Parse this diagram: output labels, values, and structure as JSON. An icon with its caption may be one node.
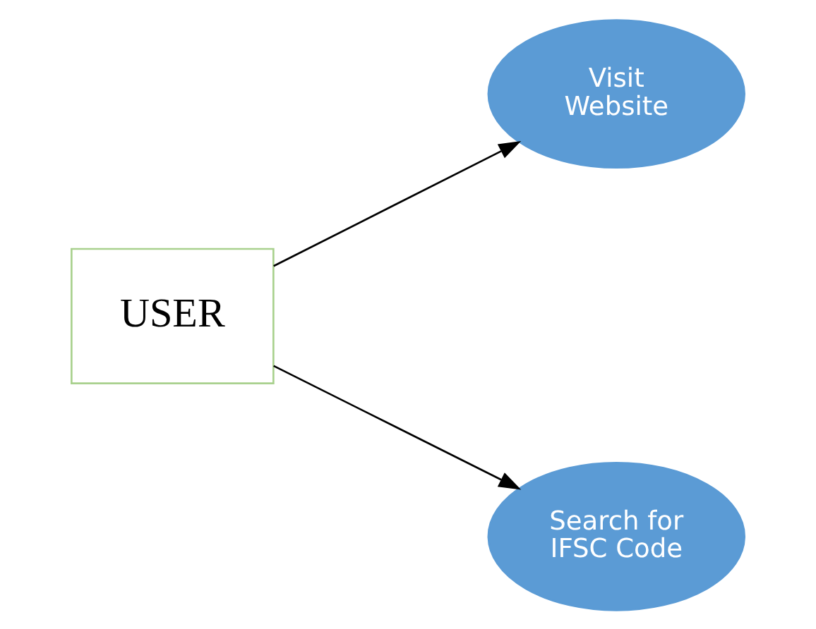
{
  "diagram": {
    "nodes": [
      {
        "text": [
          "USER"
        ]
      },
      {
        "text": [
          "Visit Website"
        ]
      },
      {
        "text": [
          "Search for IFSC Code"
        ]
      }
    ],
    "edges": [
      {
        "from": 0,
        "to": 1,
        "arrow": "to"
      },
      {
        "from": 0,
        "to": 2,
        "arrow": "to"
      }
    ]
  }
}
